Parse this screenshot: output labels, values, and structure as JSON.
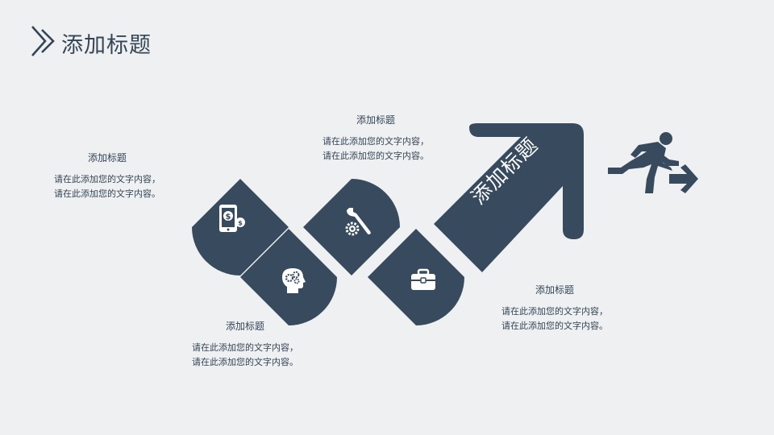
{
  "header": {
    "title": "添加标题"
  },
  "arrow": {
    "label": "添加标题"
  },
  "blocks": [
    {
      "title": "添加标题",
      "line1": "请在此添加您的文字内容，",
      "line2": "请在此添加您的文字内容。"
    },
    {
      "title": "添加标题",
      "line1": "请在此添加您的文字内容，",
      "line2": "请在此添加您的文字内容。"
    },
    {
      "title": "添加标题",
      "line1": "请在此添加您的文字内容，",
      "line2": "请在此添加您的文字内容。"
    },
    {
      "title": "添加标题",
      "line1": "请在此添加您的文字内容，",
      "line2": "请在此添加您的文字内容。"
    }
  ],
  "icons": [
    "money-phone-icon",
    "head-gears-icon",
    "wrench-gear-icon",
    "briefcase-icon",
    "running-man-exit-icon"
  ],
  "colors": {
    "accent": "#344556",
    "background": "#eff0f1"
  }
}
